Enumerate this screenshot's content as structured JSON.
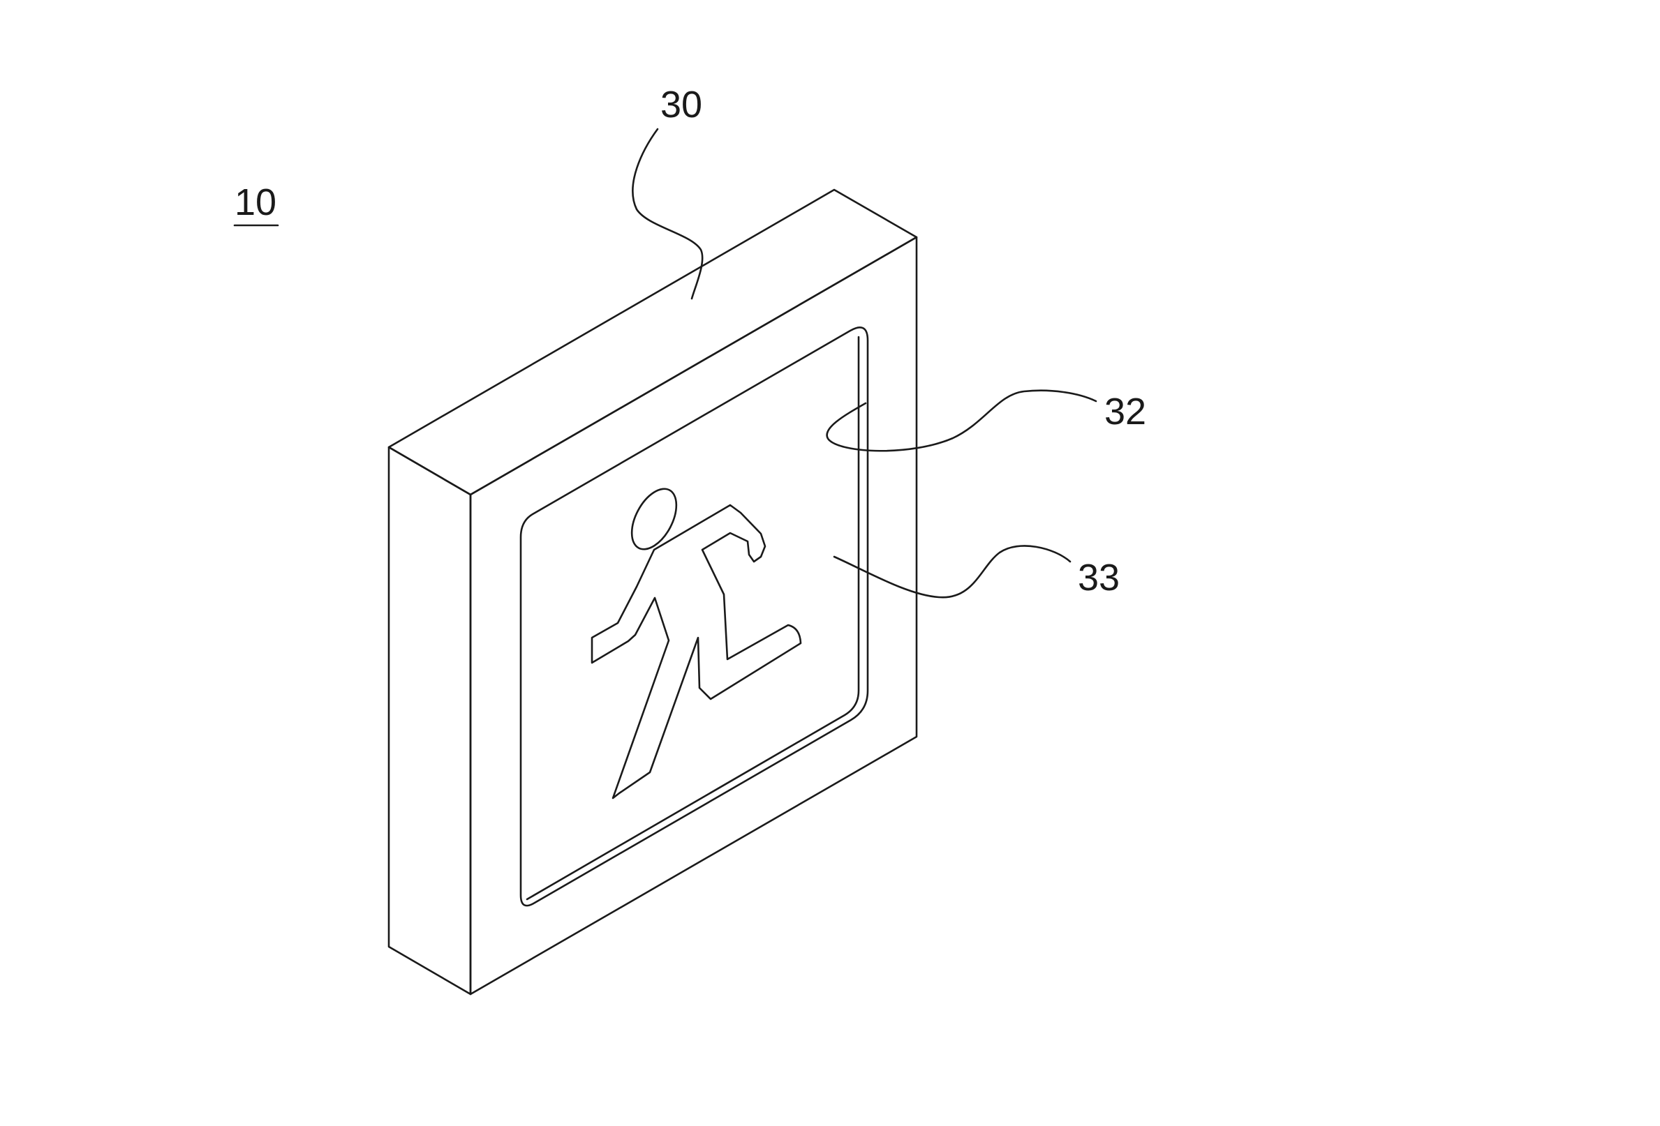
{
  "figure": {
    "assembly_label": "10",
    "labels": {
      "housing": "30",
      "panel_edge": "32",
      "panel_face": "33"
    }
  }
}
